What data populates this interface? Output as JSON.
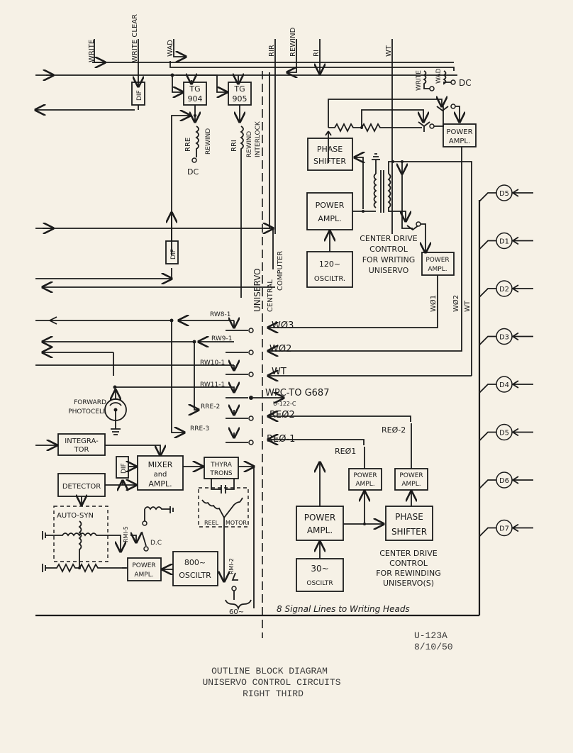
{
  "top_signals": {
    "write": "WRITE",
    "write_clear": "WRITE CLEAR",
    "wad": "WAD",
    "rir": "RIR",
    "rewind": "REWIND",
    "ri": "RI",
    "wt": "WT"
  },
  "blocks": {
    "dif_top": "DIF",
    "dif_mid": "DIF",
    "dif_low": "DIF",
    "tg904_l1": "TG",
    "tg904_l2": "904",
    "tg905_l1": "TG",
    "tg905_l2": "905",
    "phase_shifter_top_l1": "PHASE",
    "phase_shifter_top_l2": "SHIFTER",
    "power_ampl_top_l1": "POWER",
    "power_ampl_top_l2": "AMPL.",
    "power_ampl_mid_l1": "POWER",
    "power_ampl_mid_l2": "AMPL.",
    "power_ampl_small_l1": "POWER",
    "power_ampl_small_l2": "AMPL.",
    "osc120_l1": "120~",
    "osc120_l2": "OSCILTR.",
    "integrator_l1": "INTEGRA-",
    "integrator_l2": "TOR",
    "detector": "DETECTOR",
    "mixer_l1": "MIXER",
    "mixer_l2": "and",
    "mixer_l3": "AMPL.",
    "thyratrons_l1": "THYRA",
    "thyratrons_l2": "TRONS",
    "osc800_l1": "800~",
    "osc800_l2": "OSCILTR",
    "power_ampl_low_l1": "POWER",
    "power_ampl_low_l2": "AMPL.",
    "power_ampl_big_l1": "POWER",
    "power_ampl_big_l2": "AMPL.",
    "osc30_l1": "30~",
    "osc30_l2": "OSCILTR",
    "pa_re1_l1": "POWER",
    "pa_re1_l2": "AMPL.",
    "pa_re2_l1": "POWER",
    "pa_re2_l2": "AMPL.",
    "phase_shifter_low_l1": "PHASE",
    "phase_shifter_low_l2": "SHIFTER"
  },
  "labels": {
    "rre": "RRE",
    "rewind_coil": "REWIND",
    "dc1": "DC",
    "rri": "RRI",
    "rewind_interlock_1": "REWIND",
    "rewind_interlock_2": "INTERLOCK",
    "write_relay": "WRITE",
    "wad_relay": "WAD",
    "dc2": "DC",
    "uniservo": "UNISERVO",
    "central": "CENTRAL",
    "computer": "COMPUTER",
    "center_write_1": "CENTER DRIVE",
    "center_write_2": "CONTROL",
    "center_write_3": "FOR WRITING",
    "center_write_4": "UNISERVO",
    "w_phi1": "WØ1",
    "w_phi2_v": "WØ2",
    "wt_v": "WT",
    "rw8": "RW8-1",
    "rw9": "RW9-1",
    "rw10": "RW10-1",
    "rw11": "RW11-1",
    "rre2": "RRE-2",
    "rre3": "RRE-3",
    "w_phi3": "WØ3",
    "w_phi2": "WØ2",
    "wt": "WT",
    "wpc": "WPC-TO G687",
    "u122c": "U-122-C",
    "re_phi2": "REØ2",
    "re_phi1": "REØ-1",
    "re_phi1_b": "REØ1",
    "re_phi2_b": "REØ-2",
    "forward_1": "FORWARD",
    "forward_2": "PHOTOCELL",
    "autosyn": "AUTO-SYN",
    "rmi5": "RMI-5",
    "dc3": "D.C",
    "reel": "REEL",
    "motor": "MOTOR",
    "rmi2": "RMI-2",
    "sixty": "60~",
    "center_rewind_1": "CENTER DRIVE",
    "center_rewind_2": "CONTROL",
    "center_rewind_3": "FOR REWINDING",
    "center_rewind_4": "UNISERVO(S)",
    "signal_lines": "8 Signal Lines to Writing Heads"
  },
  "d_inputs": [
    "D5",
    "D1",
    "D2",
    "D3",
    "D4",
    "D5",
    "D6",
    "D7"
  ],
  "footer": {
    "doc_number": "U-123A",
    "date": "8/10/50",
    "title_1": "OUTLINE BLOCK DIAGRAM",
    "title_2": "UNISERVO CONTROL CIRCUITS",
    "title_3": "RIGHT THIRD"
  }
}
